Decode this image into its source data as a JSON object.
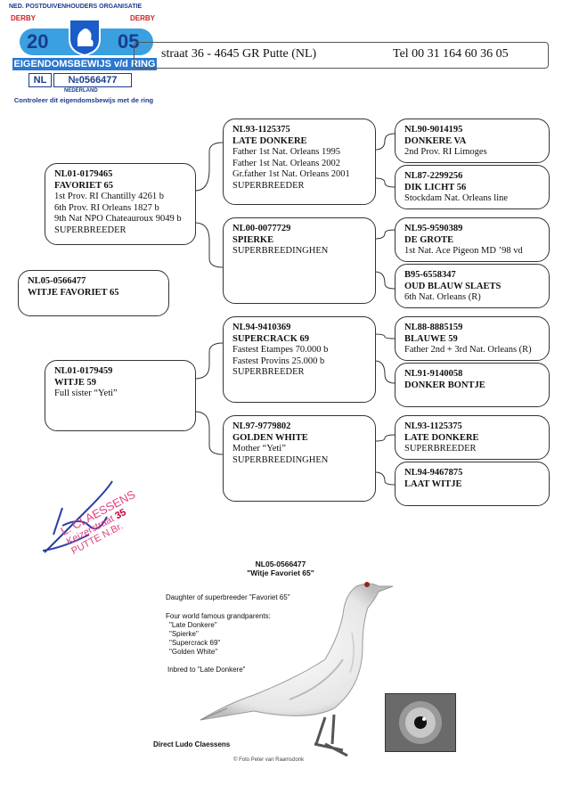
{
  "sticker": {
    "org": "NED. POSTDUIVENHOUDERS ORGANISATIE",
    "derby_left": "DERBY",
    "derby_right": "DERBY",
    "year_left": "20",
    "year_right": "05",
    "title": "EIGENDOMSBEWIJS v/d RING",
    "country": "NL",
    "ring_no": "№0566477",
    "nederland": "NEDERLAND",
    "footer": "Controleer dit eigendomsbewijs met de ring"
  },
  "header": {
    "address": "straat 36 - 4645 GR  Putte (NL)",
    "tel": "Tel 00 31 164 60 36 05"
  },
  "pedigree": {
    "subject": {
      "ring": "NL05-0566477",
      "name": "WITJE FAVORIET 65"
    },
    "father": {
      "ring": "NL01-0179465",
      "name": "FAVORIET 65",
      "lines": [
        "1st Prov. RI Chantilly 4261 b",
        "6th Prov. RI Orleans 1827 b",
        "9th Nat NPO Chateauroux 9049 b",
        "SUPERBREEDER"
      ]
    },
    "mother": {
      "ring": "NL01-0179459",
      "name": "WITJE 59",
      "lines": [
        "Full sister “Yeti”"
      ]
    },
    "ff": {
      "ring": "NL93-1125375",
      "name": "LATE DONKERE",
      "lines": [
        "Father 1st Nat. Orleans 1995",
        "Father 1st Nat. Orleans 2002",
        "Gr.father 1st Nat. Orleans 2001",
        "SUPERBREEDER"
      ]
    },
    "fm": {
      "ring": "NL00-0077729",
      "name": "SPIERKE",
      "lines": [
        "SUPERBREEDINGHEN"
      ]
    },
    "mf": {
      "ring": "NL94-9410369",
      "name": "SUPERCRACK 69",
      "lines": [
        "Fastest Etampes 70.000 b",
        "Fastest Provins 25.000 b",
        "SUPERBREEDER"
      ]
    },
    "mm": {
      "ring": "NL97-9779802",
      "name": "GOLDEN WHITE",
      "lines": [
        "Mother “Yeti”",
        "SUPERBREEDINGHEN"
      ]
    },
    "fff": {
      "ring": "NL90-9014195",
      "name": "DONKERE VA",
      "lines": [
        "2nd Prov. RI Limoges"
      ]
    },
    "ffm": {
      "ring": "NL87-2299256",
      "name": "DIK LICHT 56",
      "lines": [
        "Stockdam Nat. Orleans line"
      ]
    },
    "fmf": {
      "ring": "NL95-9590389",
      "name": "DE GROTE",
      "lines": [
        "1st Nat. Ace Pigeon MD ’98 vd"
      ]
    },
    "fmm": {
      "ring": "B95-6558347",
      "name": "OUD BLAUW SLAETS",
      "lines": [
        "6th Nat. Orleans  (R)"
      ]
    },
    "mff": {
      "ring": "NL88-8885159",
      "name": "BLAUWE 59",
      "lines": [
        "Father 2nd + 3rd Nat. Orleans (R)"
      ]
    },
    "mfm": {
      "ring": "NL91-9140058",
      "name": "DONKER BONTJE",
      "lines": []
    },
    "mmf": {
      "ring": "NL93-1125375",
      "name": "LATE DONKERE",
      "lines": [
        "SUPERBREEDER"
      ]
    },
    "mmm": {
      "ring": "NL94-9467875",
      "name": "LAAT WITJE",
      "lines": []
    }
  },
  "stamp": {
    "name": "L. CLAESSENS",
    "street": "Keizerstraat",
    "no": "35",
    "city": "PUTTE N.Br."
  },
  "photo": {
    "ring": "NL05-0566477",
    "name": "\"Witje Favoriet 65\"",
    "daughter": "Daughter of superbreeder \"Favoriet 65\"",
    "grand_title": "Four world famous grandparents:",
    "grands": [
      "\"Late Donkere\"",
      "\"Spierke\"",
      "\"Supercrack 69\"",
      "\"Golden White\""
    ],
    "inbred": "Inbred to \"Late Donkere\"",
    "direct": "Direct Ludo Claessens",
    "credit": "© Foto  Peter van Raamsdonk"
  }
}
